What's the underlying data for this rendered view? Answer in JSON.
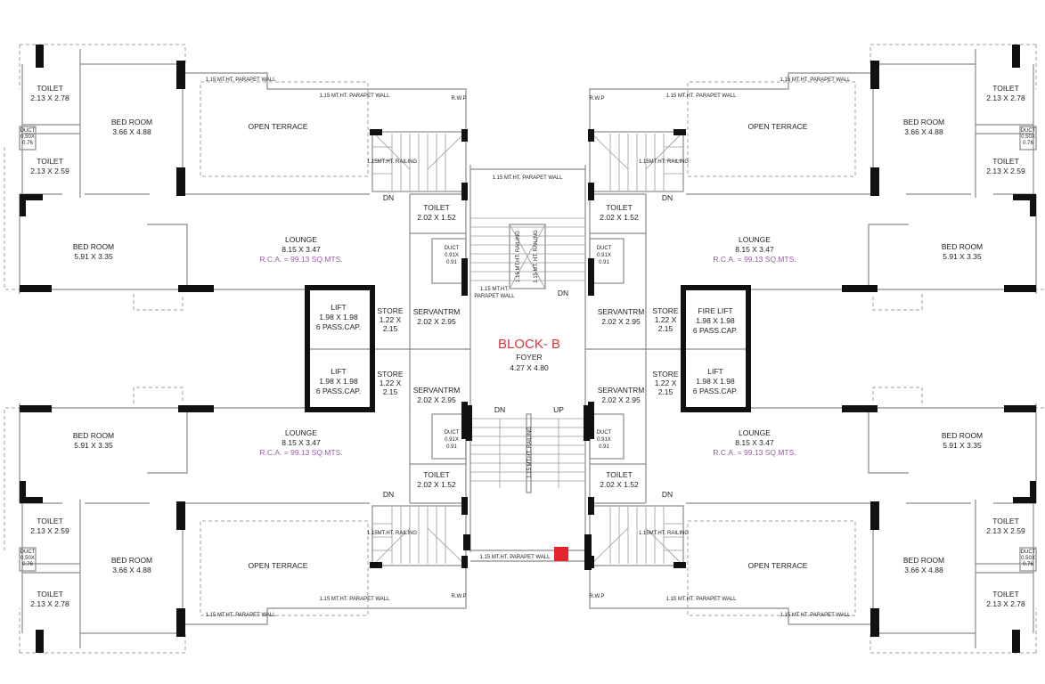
{
  "unit": {
    "toilet_a": [
      "TOILET",
      "2.13 X 2.78"
    ],
    "bedroom_a": [
      "BED ROOM",
      "3.66 X 4.88"
    ],
    "duct_a": [
      "DUCT",
      "0.50X",
      "0.76"
    ],
    "toilet_b": [
      "TOILET",
      "2.13 X 2.59"
    ],
    "terrace": [
      "OPEN TERRACE"
    ],
    "parapet_1": [
      "1.15 MT.HT. PARAPET WALL"
    ],
    "parapet_2": [
      "1.15 MT.HT. PARAPET WALL"
    ],
    "rwp": [
      "R.W.P"
    ],
    "railing": [
      "1.15MT.HT. RAILING"
    ],
    "dn": [
      "DN"
    ],
    "toilet_c": [
      "TOILET",
      "2.02 X 1.52"
    ],
    "duct_c": [
      "DUCT",
      "0.91X",
      "0.91"
    ],
    "bedroom_b": [
      "BED ROOM",
      "5.91 X 3.35"
    ],
    "lounge": [
      "LOUNGE",
      "8.15 X 3.47",
      "R.C.A. = 99.13  SQ.MTS."
    ]
  },
  "core": {
    "block_title": "BLOCK- B",
    "foyer": [
      "FOYER",
      "4.27 X 4.80"
    ],
    "lift_top_left": [
      "LIFT",
      "1.98 X 1.98",
      "6 PASS.CAP."
    ],
    "lift_bottom_left": [
      "LIFT",
      "1.98 X 1.98",
      "6 PASS.CAP."
    ],
    "fire_lift_top_right": [
      "FIRE LIFT",
      "1.98 X 1.98",
      "6 PASS.CAP."
    ],
    "lift_bottom_right": [
      "LIFT",
      "1.98 X 1.98",
      "6 PASS.CAP."
    ],
    "store": [
      "STORE",
      "1.22 X",
      "2.15"
    ],
    "servant": [
      "SERVANTRM",
      "2.02 X 2.95"
    ],
    "parapet_top": [
      "1.15 MT.HT. PARAPET WALL"
    ],
    "parapet_mid": [
      "1.15 MT.HT.",
      "PARAPET WALL"
    ],
    "parapet_bottom": [
      "1.15 MT.HT. PARAPET WALL"
    ],
    "stair_dn_top": [
      "DN"
    ],
    "stair_dn_bottom": [
      "DN"
    ],
    "stair_up_bottom": [
      "UP"
    ],
    "railing_a": [
      "1.15 MT.HT. RAILING"
    ],
    "railing_b": [
      "1.15 MT. HT. RAILING"
    ],
    "railing_c": [
      "1.15 MT.HT. RAILING"
    ]
  },
  "colors": {
    "wall": "#8a8a8a",
    "column": "#111111",
    "rca": "#9b5aa6",
    "block_title": "#d8343c"
  }
}
